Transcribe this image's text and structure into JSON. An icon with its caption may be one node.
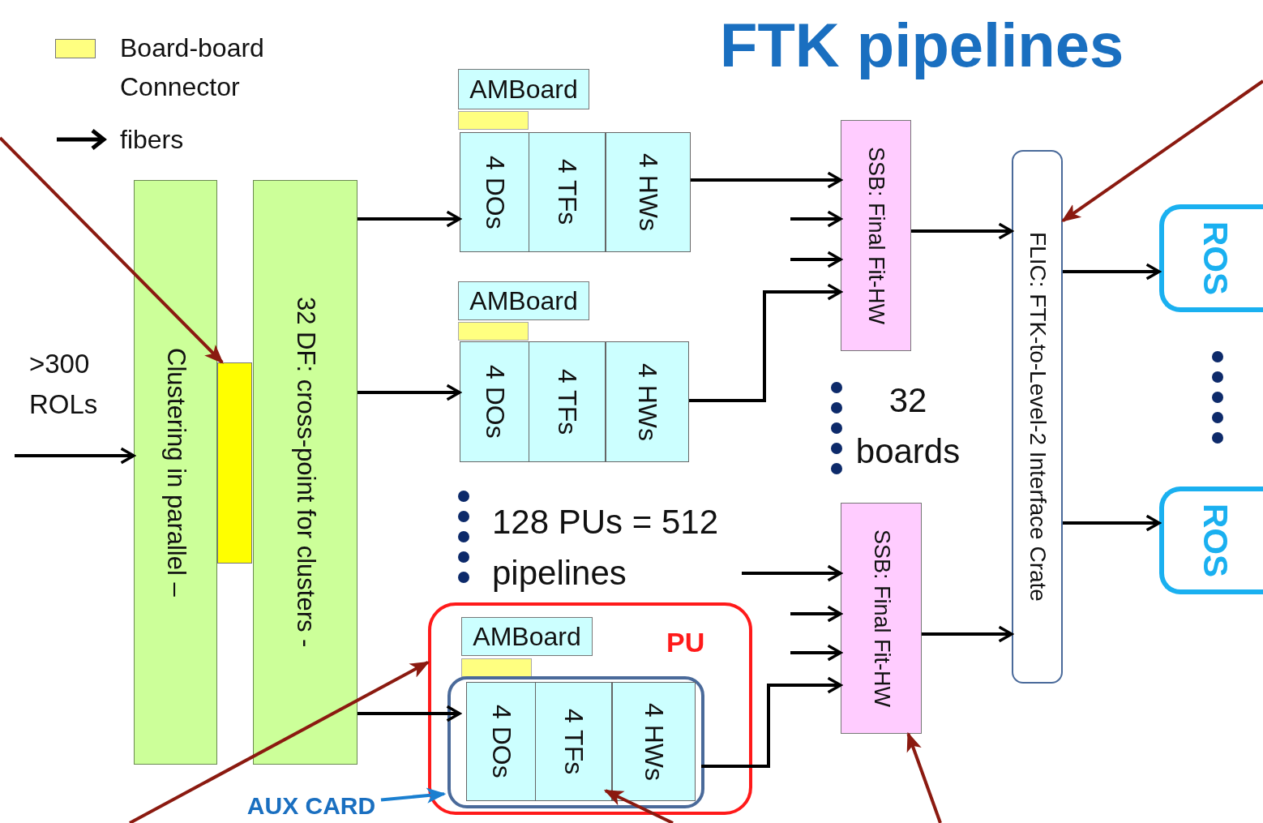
{
  "diagram": {
    "title": "FTK pipelines",
    "nodes": [
      {
        "text": [
          "Clustering in parallel –"
        ]
      },
      {
        "text": [],
        "shape": "bar"
      },
      {
        "text": [
          "32 DF: cross-point for clusters -"
        ]
      },
      {
        "text": [
          "AMBoard"
        ]
      },
      {
        "text": [],
        "shape": "bar"
      },
      {
        "text": [
          "4 DOs"
        ]
      },
      {
        "text": [
          "4 TFs"
        ]
      },
      {
        "text": [
          "4 HWs"
        ]
      },
      {
        "text": [
          "AMBoard"
        ]
      },
      {
        "text": [],
        "shape": "bar"
      },
      {
        "text": [
          "4 DOs"
        ]
      },
      {
        "text": [
          "4 TFs"
        ]
      },
      {
        "text": [
          "4 HWs"
        ]
      },
      {
        "text": [
          "PU"
        ]
      },
      {
        "text": [
          "AMBoard"
        ],
        "in": 13
      },
      {
        "text": [],
        "shape": "bar",
        "in": 13
      },
      {
        "text": [],
        "shape": "box",
        "in": 13
      },
      {
        "text": [
          "4 DOs"
        ],
        "in": 16
      },
      {
        "text": [
          "4 TFs"
        ],
        "in": 16
      },
      {
        "text": [
          "4 HWs"
        ],
        "in": 16
      },
      {
        "text": [
          "SSB: Final Fit-HW"
        ]
      },
      {
        "text": [
          "SSB: Final Fit-HW"
        ]
      },
      {
        "text": [
          "FLIC: FTK-to-Level-2 Interface Crate"
        ]
      },
      {
        "text": [
          "ROS"
        ]
      },
      {
        "text": [
          "ROS"
        ]
      },
      {
        "text": [
          "AUX CARD"
        ]
      }
    ],
    "edges": [
      {
        "from": null,
        "to": 0,
        "arrow": "to"
      },
      {
        "from": 2,
        "to": 5,
        "arrow": "to"
      },
      {
        "from": 2,
        "to": 10,
        "arrow": "to"
      },
      {
        "from": 2,
        "to": 17,
        "arrow": "to"
      },
      {
        "from": 7,
        "to": 20,
        "arrow": "to"
      },
      {
        "from": null,
        "to": 20,
        "arrow": "to"
      },
      {
        "from": null,
        "to": 20,
        "arrow": "to"
      },
      {
        "from": 12,
        "to": 20,
        "arrow": "to"
      },
      {
        "from": null,
        "to": 21,
        "arrow": "to"
      },
      {
        "from": null,
        "to": 21,
        "arrow": "to"
      },
      {
        "from": null,
        "to": 21,
        "arrow": "to"
      },
      {
        "from": 16,
        "to": 21,
        "arrow": "to"
      },
      {
        "from": 20,
        "to": 22,
        "arrow": "to"
      },
      {
        "from": 21,
        "to": 22,
        "arrow": "to"
      },
      {
        "from": 22,
        "to": 23,
        "arrow": "to"
      },
      {
        "from": 22,
        "to": 24,
        "arrow": "to"
      },
      {
        "from": 25,
        "to": 16,
        "arrow": "to",
        "color": "#1a7fd0"
      },
      {
        "from": null,
        "to": 1,
        "arrow": "to",
        "color": "#8b1a10"
      },
      {
        "from": null,
        "to": 13,
        "arrow": "to",
        "color": "#8b1a10"
      },
      {
        "from": null,
        "to": 18,
        "arrow": "to",
        "color": "#8b1a10"
      },
      {
        "from": null,
        "to": 21,
        "arrow": "to",
        "color": "#8b1a10"
      },
      {
        "from": null,
        "to": 22,
        "arrow": "to",
        "color": "#8b1a10"
      }
    ],
    "labels": [
      ">300 ROLs",
      "128 PUs = 512 pipelines",
      "32 boards"
    ],
    "legend": [
      {
        "text": "Board-board Connector",
        "color": "#ffff80"
      },
      {
        "text": "fibers"
      }
    ]
  }
}
